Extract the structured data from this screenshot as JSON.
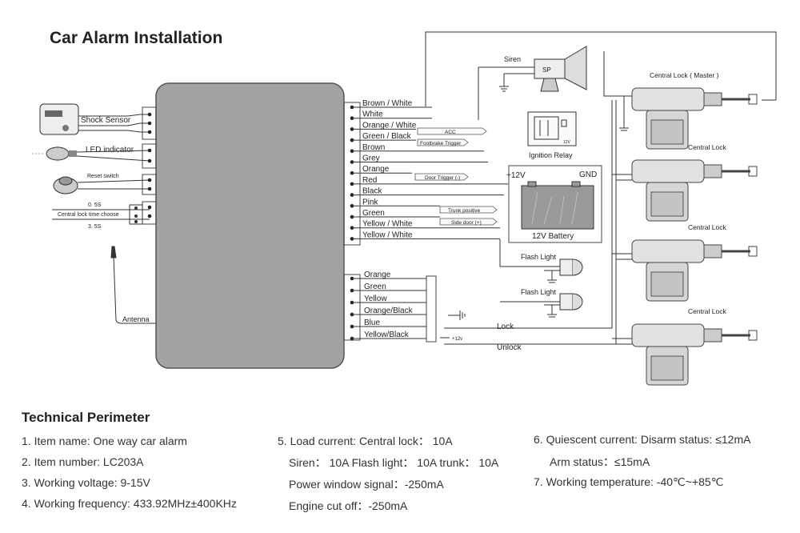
{
  "title": "Car Alarm Installation",
  "left_devices": {
    "shock_sensor": "Shock Sensor",
    "led": "LED indicator",
    "reset": "Reset switch",
    "lock_time": {
      "top": "0. 5S",
      "middle": "Central lock time choose",
      "bottom": "3. 5S"
    },
    "antenna": "Antenna"
  },
  "upper_wires": [
    "Brown / White",
    "White",
    "Orange / White",
    "Green / Black",
    "Brown",
    "Grey",
    "Orange",
    "Red",
    "Black",
    "Pink",
    "Green",
    "Yellow / White",
    "Yellow / White"
  ],
  "lower_wires": [
    "Orange",
    "Green",
    "Yellow",
    "Orange/Black",
    "Blue",
    "Yellow/Black"
  ],
  "wire_tags": {
    "acc": "ACC",
    "footbrake": "Footbrake Trigger",
    "door": "Door Trigger (-)",
    "trunk": "Trunk positive",
    "side_door": "Side door (+)"
  },
  "siren": {
    "label": "Siren",
    "inner": "SP"
  },
  "ignition_relay": {
    "label": "Ignition Relay",
    "voltage": "12V"
  },
  "battery": {
    "plus": "+12V",
    "gnd": "GND",
    "label": "12V Battery"
  },
  "flash_lights": [
    "Flash Light",
    "Flash Light"
  ],
  "lock_wire": "Lock",
  "unlock_wire": "Unlock",
  "plus12": "+12v",
  "central_locks": [
    "Central Lock ( Master )",
    "Central Lock",
    "Central Lock",
    "Central Lock"
  ],
  "tech": {
    "title": "Technical Perimeter",
    "col1": [
      "1. Item name: One way car alarm",
      "2. Item number: LC203A",
      "3. Working voltage: 9-15V",
      "4. Working frequency: 433.92MHz±400KHz"
    ],
    "col2": [
      "5. Load current: Central lock： 10A",
      "Siren： 10A  Flash light： 10A trunk： 10A",
      "Power window signal：-250mA",
      "Engine cut off：-250mA"
    ],
    "col3": [
      "6. Quiescent current: Disarm status: ≤12mA",
      "Arm status：≤15mA",
      "7. Working temperature: -40℃~+85℃"
    ]
  }
}
